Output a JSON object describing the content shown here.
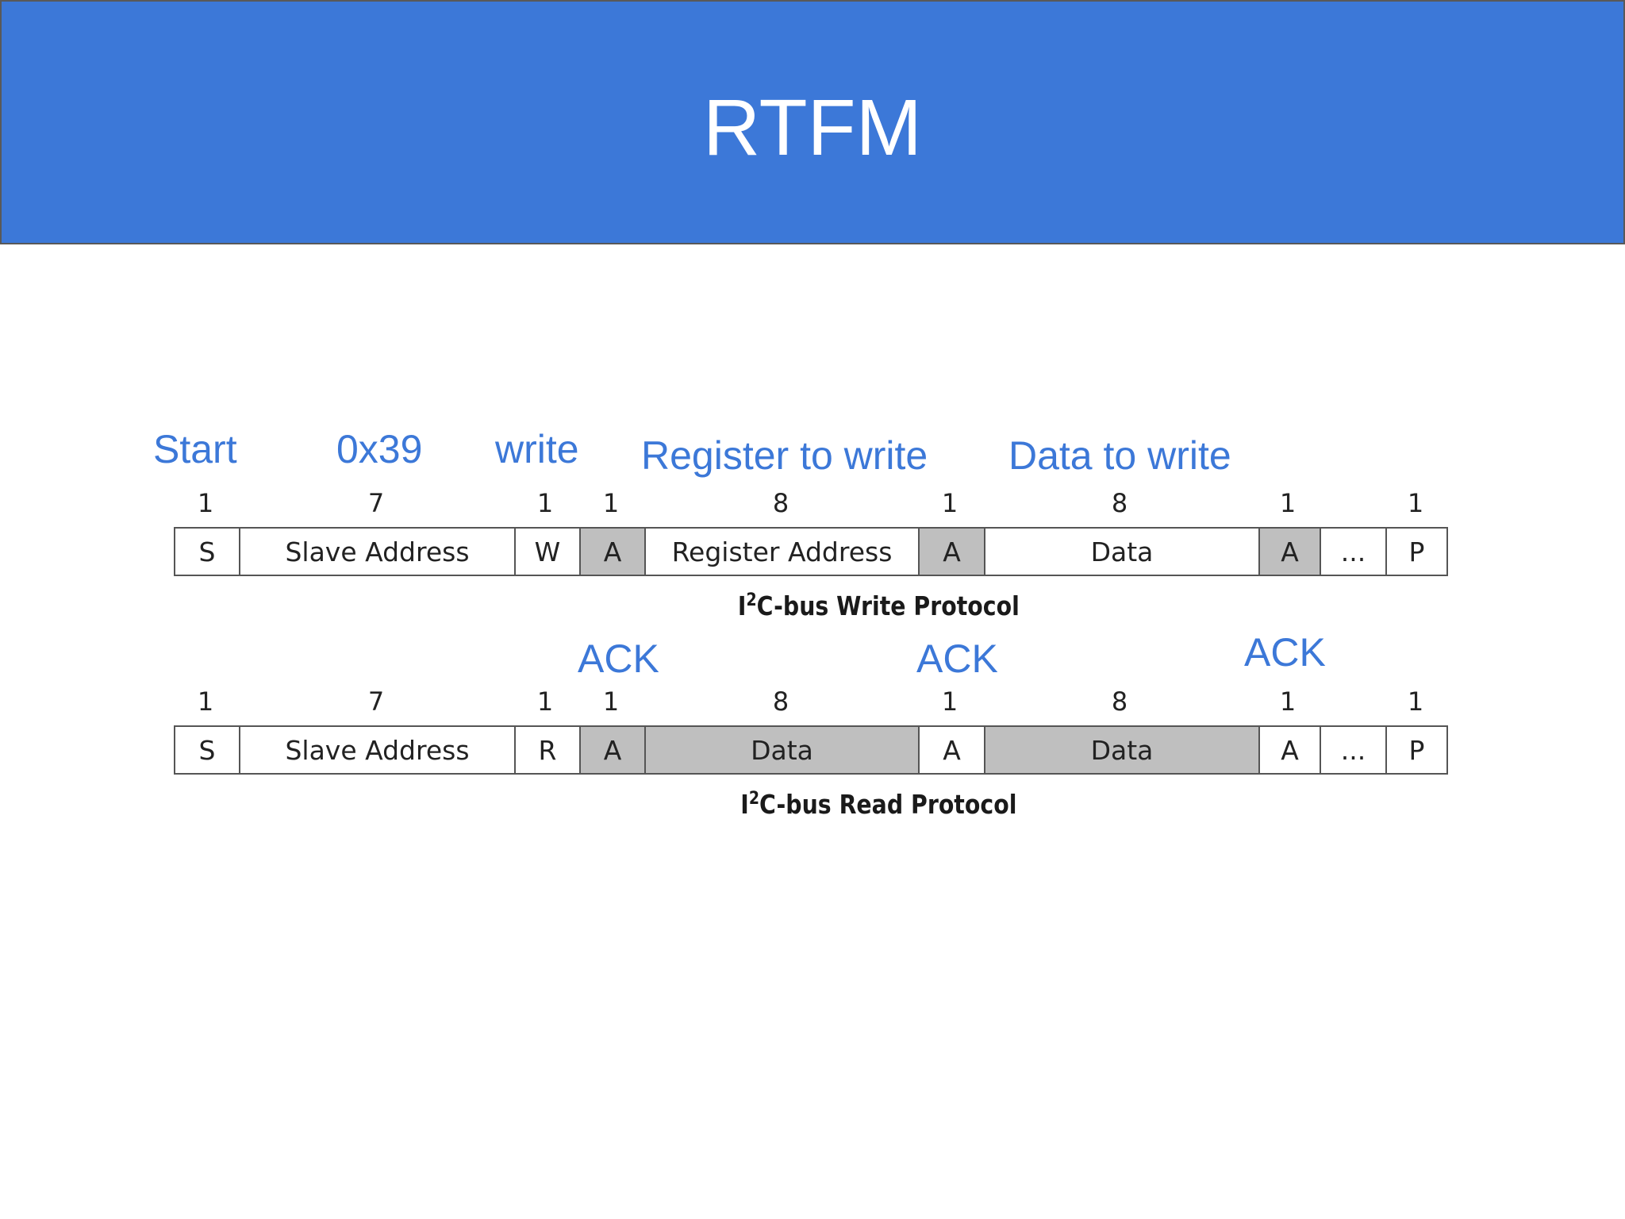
{
  "title": "RTFM",
  "annotations": {
    "start": "Start",
    "address": "0x39",
    "write": "write",
    "register": "Register to write",
    "data": "Data to write",
    "ack1": "ACK",
    "ack2": "ACK",
    "ack3": "ACK"
  },
  "write_protocol": {
    "bits": [
      "1",
      "7",
      "1",
      "1",
      "8",
      "1",
      "8",
      "1",
      "1"
    ],
    "fields": [
      {
        "label": "S",
        "ack": false
      },
      {
        "label": "Slave Address",
        "ack": false
      },
      {
        "label": "W",
        "ack": false
      },
      {
        "label": "A",
        "ack": true
      },
      {
        "label": "Register Address",
        "ack": false
      },
      {
        "label": "A",
        "ack": true
      },
      {
        "label": "Data",
        "ack": false
      },
      {
        "label": "A",
        "ack": true
      },
      {
        "label": "...",
        "ack": false
      },
      {
        "label": "P",
        "ack": false
      }
    ],
    "caption_prefix": "I",
    "caption_sup": "2",
    "caption_rest": "C-bus Write Protocol"
  },
  "read_protocol": {
    "bits": [
      "1",
      "7",
      "1",
      "1",
      "8",
      "1",
      "8",
      "1",
      "1"
    ],
    "fields": [
      {
        "label": "S",
        "ack": false
      },
      {
        "label": "Slave Address",
        "ack": false
      },
      {
        "label": "R",
        "ack": false
      },
      {
        "label": "A",
        "ack": true
      },
      {
        "label": "Data",
        "ack": true
      },
      {
        "label": "A",
        "ack": false
      },
      {
        "label": "Data",
        "ack": true
      },
      {
        "label": "A",
        "ack": false
      },
      {
        "label": "...",
        "ack": false
      },
      {
        "label": "P",
        "ack": false
      }
    ],
    "caption_prefix": "I",
    "caption_sup": "2",
    "caption_rest": "C-bus Read Protocol"
  }
}
